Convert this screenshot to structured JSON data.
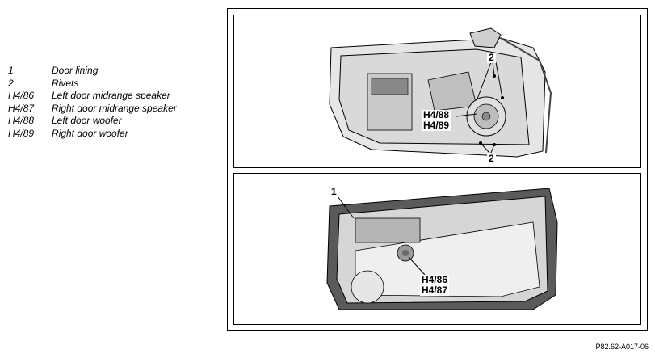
{
  "legend": [
    {
      "code": "1",
      "desc": "Door lining"
    },
    {
      "code": "2",
      "desc": "Rivets"
    },
    {
      "code": "H4/86",
      "desc": "Left door midrange speaker"
    },
    {
      "code": "H4/87",
      "desc": "Right door midrange speaker"
    },
    {
      "code": "H4/88",
      "desc": "Left door woofer"
    },
    {
      "code": "H4/89",
      "desc": "Right door woofer"
    }
  ],
  "top_panel": {
    "callout_rivets_top": "2",
    "callout_rivets_bottom": "2",
    "callout_woofer_left": "H4/88",
    "callout_woofer_right": "H4/89"
  },
  "bottom_panel": {
    "callout_lining": "1",
    "callout_mid_left": "H4/86",
    "callout_mid_right": "H4/87"
  },
  "reference_code": "P82.62-A017-06",
  "colors": {
    "line": "#000000",
    "door_gray": "#d9d9d9",
    "lining_dark": "#5a5a5a"
  }
}
